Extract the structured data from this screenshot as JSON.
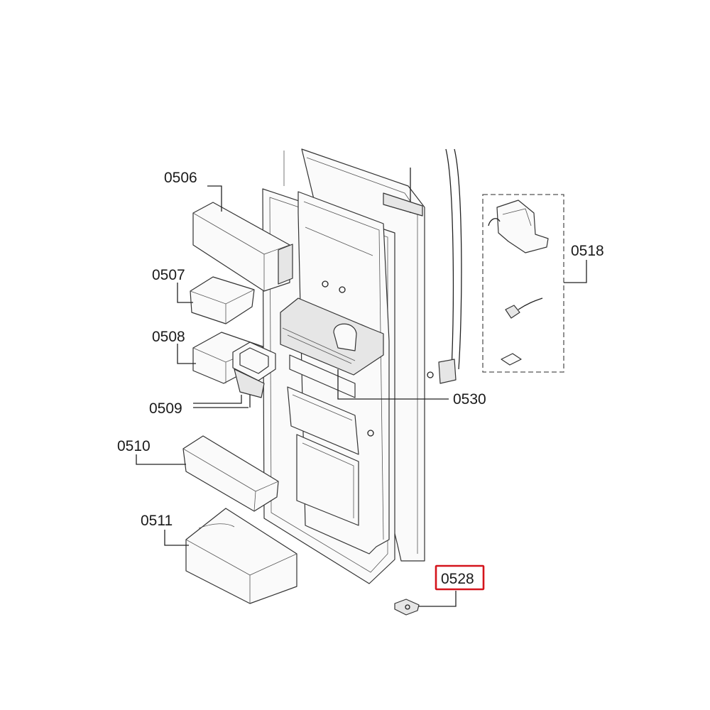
{
  "diagram": {
    "labels": {
      "p0506": "0506",
      "p0507": "0507",
      "p0508": "0508",
      "p0509": "0509",
      "p0510": "0510",
      "p0511": "0511",
      "p0518": "0518",
      "p0528": "0528",
      "p0530": "0530"
    },
    "highlighted_part": "0528",
    "highlight_color": "#d4141c"
  }
}
